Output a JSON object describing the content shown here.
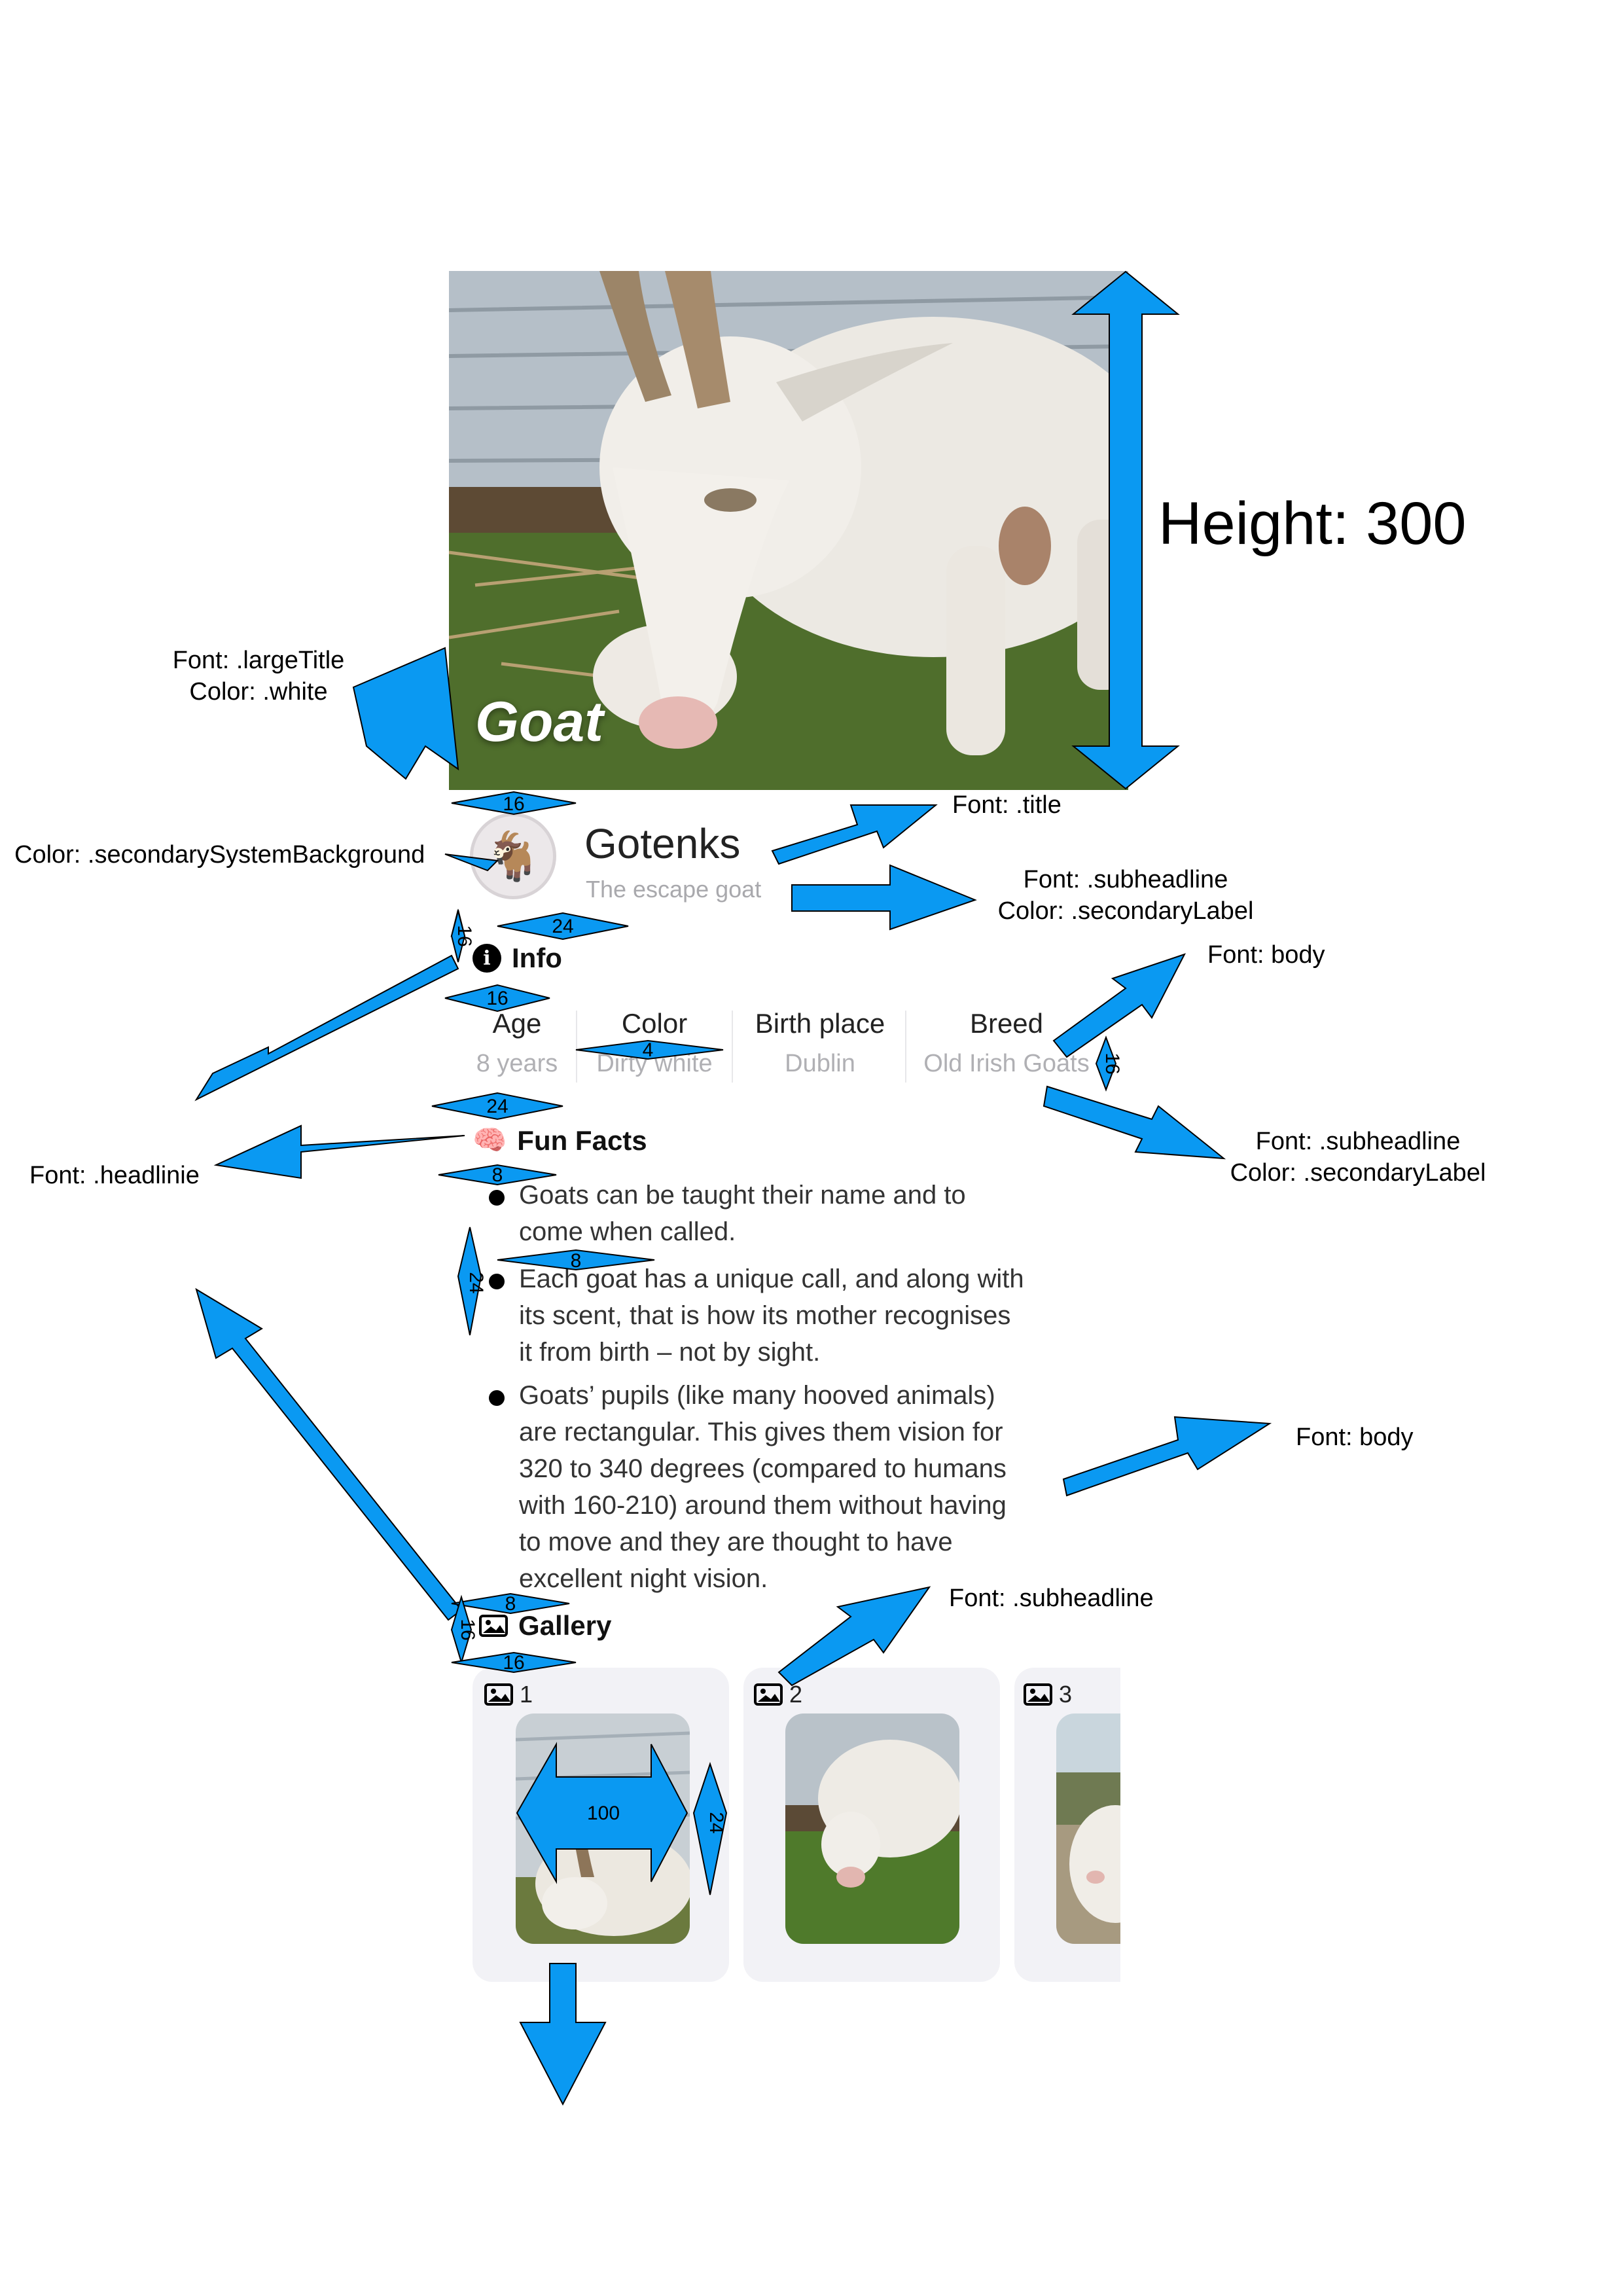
{
  "hero": {
    "title": "Goat"
  },
  "profile": {
    "avatar_emoji": "🐐",
    "name": "Gotenks",
    "tagline": "The escape goat"
  },
  "info": {
    "header": "Info",
    "icon_glyph": "i",
    "columns": [
      {
        "label": "Age",
        "value": "8 years"
      },
      {
        "label": "Color",
        "value": "Dirty white"
      },
      {
        "label": "Birth place",
        "value": "Dublin"
      },
      {
        "label": "Breed",
        "value": "Old Irish Goats"
      }
    ]
  },
  "fun_facts": {
    "header": "Fun Facts",
    "icon_glyph": "🧠",
    "items": [
      [
        "Goats can be taught their name and to",
        "come when called."
      ],
      [
        "Each goat has a unique call, and along with",
        "its scent, that is how its mother recognises",
        "it from birth – not by sight."
      ],
      [
        "Goats’ pupils (like many hooved animals)",
        "are rectangular. This gives them vision for",
        "320 to 340 degrees (compared to humans",
        "with 160-210) around them without having",
        "to move and they are thought to have",
        "excellent night vision."
      ]
    ]
  },
  "gallery": {
    "header": "Gallery",
    "cards": [
      {
        "label": "1"
      },
      {
        "label": "2"
      },
      {
        "label": "3"
      }
    ]
  },
  "annotations": {
    "height": "Height: 300",
    "large_title": [
      "Font: .largeTitle",
      "Color: .white"
    ],
    "title_font": "Font: .title",
    "avatar_bg": "Color: .secondarySystemBackground",
    "subheadline_secondary": [
      "Font: .subheadline",
      "Color: .secondaryLabel"
    ],
    "body_top": "Font: body",
    "info_values": [
      "Font: .subheadline",
      "Color: .secondaryLabel"
    ],
    "headline": "Font: .headlinie",
    "body_facts": "Font: body",
    "subheadline_gallery": "Font: .subheadline",
    "dims": {
      "hero_gap": "16",
      "avatar_gap": "24",
      "avatar_v": "16",
      "info_gap": "16",
      "col_gap": "4",
      "val_v": "16",
      "funfacts_gap": "24",
      "funfacts_h": "8",
      "fact_gap": "8",
      "fact_v": "24",
      "gallery_top": "8",
      "gallery_v": "16",
      "gallery_gap": "16",
      "thumb_w": "100",
      "thumb_v": "24"
    }
  },
  "colors": {
    "accent_arrow": "#0a99f2",
    "secondary_label": "#a9a9ad",
    "card_bg": "#f2f2f6"
  }
}
